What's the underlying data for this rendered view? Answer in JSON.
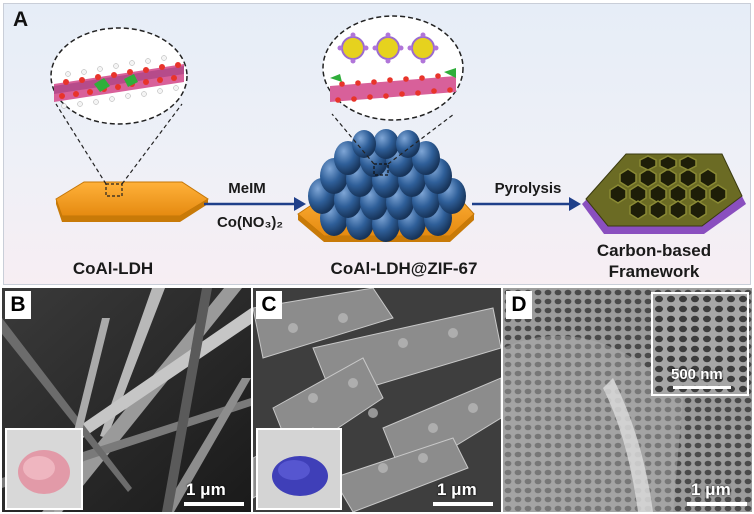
{
  "panel_a": {
    "letter": "A",
    "label_ldh": "CoAl-LDH",
    "label_composite": "CoAl-LDH@ZIF-67",
    "label_framework_line1": "Carbon-based",
    "label_framework_line2": "Framework",
    "reagent_1": "MeIM",
    "reagent_2": "Co(NO₃)₂",
    "step_2": "Pyrolysis"
  },
  "panel_b": {
    "letter": "B",
    "scale": "1 μm"
  },
  "panel_c": {
    "letter": "C",
    "scale": "1 μm"
  },
  "panel_d": {
    "letter": "D",
    "scale": "1 μm",
    "inset_scale": "500 nm"
  },
  "colors": {
    "ldh_plate": "#f29a1f",
    "zif_sphere": "#2f5f99",
    "carbon_frame": "#5a5a1e",
    "graphite_base": "#8a4fbf"
  }
}
